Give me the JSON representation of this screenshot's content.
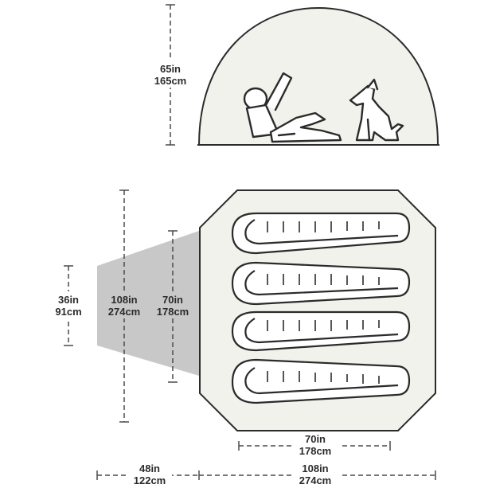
{
  "colors": {
    "outline": "#2b2b2b",
    "floor_fill": "#f2f2ec",
    "vestibule_fill": "#c8c8c8",
    "dim_line": "#4a4a4a",
    "background": "#ffffff"
  },
  "icons": {
    "side_view": "tent-dome-side-icon",
    "person": "person-reclining-icon",
    "dog": "dog-sitting-icon",
    "sleeping_bag": "sleeping-bag-icon"
  },
  "dimensions": {
    "peak_height": {
      "imperial": "65in",
      "metric": "165cm"
    },
    "vestibule_depth": {
      "imperial": "36in",
      "metric": "91cm"
    },
    "floor_length": {
      "imperial": "108in",
      "metric": "274cm"
    },
    "floor_width_short": {
      "imperial": "70in",
      "metric": "178cm"
    },
    "sleeping_bag_length": {
      "imperial": "70in",
      "metric": "178cm"
    },
    "vestibule_width": {
      "imperial": "48in",
      "metric": "122cm"
    },
    "floor_width": {
      "imperial": "108in",
      "metric": "274cm"
    }
  }
}
